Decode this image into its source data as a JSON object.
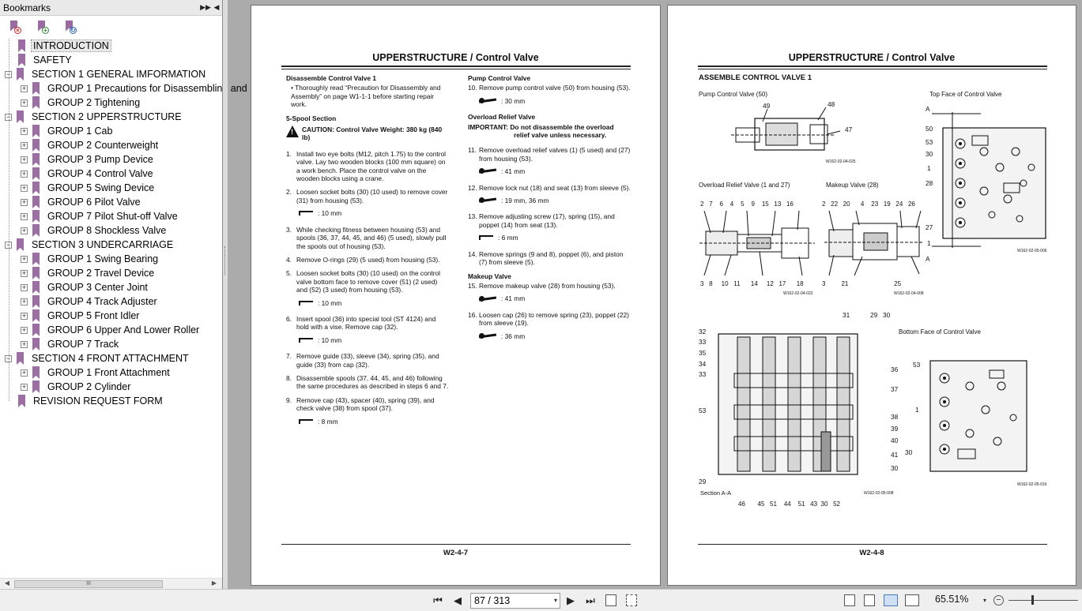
{
  "sidebar": {
    "title": "Bookmarks",
    "ctl_expand": "▶▶",
    "ctl_close": "◀",
    "tools": [
      "delete-bookmark-icon",
      "add-bookmark-icon",
      "expand-bookmark-icon"
    ],
    "items": [
      {
        "label": "INTRODUCTION",
        "level": 0
      },
      {
        "label": "SAFETY",
        "level": 0
      },
      {
        "label": "SECTION 1 GENERAL IMFORMATION",
        "level": 0
      },
      {
        "label": "GROUP 1 Precautions for Disassembling and",
        "level": 1
      },
      {
        "label": "GROUP 2 Tightening",
        "level": 1
      },
      {
        "label": "SECTION 2 UPPERSTRUCTURE",
        "level": 0
      },
      {
        "label": "GROUP 1 Cab",
        "level": 1
      },
      {
        "label": "GROUP 2 Counterweight",
        "level": 1
      },
      {
        "label": "GROUP 3 Pump Device",
        "level": 1
      },
      {
        "label": "GROUP 4 Control Valve",
        "level": 1
      },
      {
        "label": "GROUP 5 Swing Device",
        "level": 1
      },
      {
        "label": "GROUP 6 Pilot Valve",
        "level": 1
      },
      {
        "label": "GROUP 7 Pilot Shut-off Valve",
        "level": 1
      },
      {
        "label": "GROUP 8 Shockless Valve",
        "level": 1
      },
      {
        "label": "SECTION 3 UNDERCARRIAGE",
        "level": 0
      },
      {
        "label": "GROUP 1 Swing Bearing",
        "level": 1
      },
      {
        "label": "GROUP 2 Travel Device",
        "level": 1
      },
      {
        "label": "GROUP 3 Center Joint",
        "level": 1
      },
      {
        "label": "GROUP 4 Track Adjuster",
        "level": 1
      },
      {
        "label": "GROUP 5 Front Idler",
        "level": 1
      },
      {
        "label": "GROUP 6 Upper And Lower Roller",
        "level": 1
      },
      {
        "label": "GROUP 7 Track",
        "level": 1
      },
      {
        "label": "SECTION 4 FRONT ATTACHMENT",
        "level": 0
      },
      {
        "label": "GROUP 1 Front Attachment",
        "level": 1
      },
      {
        "label": "GROUP 2 Cylinder",
        "level": 1
      },
      {
        "label": "REVISION REQUEST FORM",
        "level": 0
      }
    ],
    "scroll_thumb_label": "III",
    "scroll_left": "◀",
    "scroll_right": "▶"
  },
  "left_page": {
    "title": "UPPERSTRUCTURE / Control Valve",
    "footer": "W2-4-7",
    "col1": {
      "heading": "Disassemble Control Valve 1",
      "bullet": "• Thoroughly read “Precaution for Disassembly and Assembly” on page W1-1-1 before starting repair work.",
      "subheading": "5-Spool Section",
      "caution": "CAUTION:  Control Valve Weight: 380 kg (840 lb)",
      "caution_mark": "!",
      "steps": [
        {
          "n": "1.",
          "t": "Install two eye bolts (M12, pitch 1.75) to the control valve. Lay two wooden blocks (100 mm square) on a work bench. Place the control valve on the wooden blocks using a crane."
        },
        {
          "n": "2.",
          "t": "Loosen socket bolts (30) (10 used) to remove cover (31) from housing (53).",
          "tool": ": 10 mm"
        },
        {
          "n": "3.",
          "t": "While checking fitness between housing (53) and spools (36, 37, 44, 45, and 46) (5 used), slowly pull the spools out of housing (53)."
        },
        {
          "n": "4.",
          "t": "Remove O-rings (29) (5 used) from housing (53)."
        },
        {
          "n": "5.",
          "t": "Loosen socket bolts (30) (10 used) on the control valve bottom face to remove cover (51) (2 used) and (52) (3 used) from housing (53).",
          "tool": ": 10 mm"
        },
        {
          "n": "6.",
          "t": "Insert spool (36) into special tool (ST 4124) and hold with a vise. Remove cap (32).",
          "tool": ": 10 mm"
        },
        {
          "n": "7.",
          "t": "Remove guide (33), sleeve (34), spring (35), and guide (33) from cap (32)."
        },
        {
          "n": "8.",
          "t": "Disassemble spools (37, 44, 45, and 46) following the same procedures as described in steps 6 and 7."
        },
        {
          "n": "9.",
          "t": "Remove cap (43), spacer (40), spring (39), and check valve (38) from spool (37).",
          "tool": ": 8 mm"
        }
      ]
    },
    "col2": {
      "heading1": "Pump Control Valve",
      "step10": {
        "n": "10.",
        "t": "Remove pump control valve (50) from housing (53).",
        "tool": ": 30 mm"
      },
      "heading2": "Overload Relief Valve",
      "important_a": "IMPORTANT:  Do not disassemble the overload",
      "important_b": "relief valve unless necessary.",
      "step11": {
        "n": "11.",
        "t": "Remove overload relief valves (1) (5 used) and (27) from housing (53).",
        "tool": ": 41 mm"
      },
      "step12": {
        "n": "12.",
        "t": "Remove lock nut (18) and seat (13) from sleeve (5).",
        "tool": ": 19 mm, 36 mm"
      },
      "step13": {
        "n": "13.",
        "t": "Remove adjusting screw (17), spring (15), and poppet (14) from seat (13).",
        "tool": ": 6 mm"
      },
      "step14": {
        "n": "14.",
        "t": "Remove springs (9 and 8), poppet (6), and piston (7) from sleeve (5)."
      },
      "heading3": "Makeup Valve",
      "step15": {
        "n": "15.",
        "t": "Remove makeup valve (28) from housing (53).",
        "tool": ": 41 mm"
      },
      "step16": {
        "n": "16.",
        "t": "Loosen cap (26) to remove spring (23), poppet (22) from sleeve (19).",
        "tool": ": 36 mm"
      }
    }
  },
  "right_page": {
    "title": "UPPERSTRUCTURE / Control Valve",
    "footer": "W2-4-8",
    "heading": "ASSEMBLE CONTROL VALVE 1",
    "labels": {
      "pump_cv": "Pump Control Valve (50)",
      "top_face": "Top Face of Control Valve",
      "overload": "Overload Relief Valve (1 and 27)",
      "makeup": "Makeup Valve (28)",
      "bottom_face": "Bottom Face of Control Valve",
      "section_aa": "Section A-A",
      "fig1": "W162-02-04-025",
      "fig2": "W162-02-04-022",
      "fig3": "W162-02-04-008",
      "fig4": "W162-02-05-006",
      "fig5": "W162-02-05-008",
      "fig6": "W162-02-05-016"
    },
    "callouts_pump": [
      "49",
      "48",
      "47"
    ],
    "callouts_top": [
      "A",
      "50",
      "53",
      "30",
      "1",
      "28",
      "27",
      "1",
      "A"
    ],
    "callouts_overload_top": "2   7    6    4    5    9    15   13   16",
    "callouts_overload_bot": "3   8     10   11      14     12   17      18",
    "callouts_makeup_top": "2   22   20      4    23   19   24   26",
    "callouts_makeup_bot": "3         21                          25",
    "callouts_sect_left": [
      "32",
      "33",
      "35",
      "34",
      "33",
      "53",
      "29"
    ],
    "callouts_sect_right": [
      "31",
      "29",
      "30",
      "36",
      "37",
      "38",
      "39",
      "40",
      "41",
      "30"
    ],
    "callouts_sect_bottom": "46       45   51    44    51   43  30   52",
    "callouts_bottom_face": [
      "53",
      "1",
      "30"
    ]
  },
  "toolbar": {
    "first": "⏮",
    "prev": "◀",
    "page_value": "87 / 313",
    "dropdown": "▾",
    "next": "▶",
    "last": "⏭",
    "zoom": "65.51%",
    "zoom_dd": "▾",
    "zoom_minus": "−"
  }
}
